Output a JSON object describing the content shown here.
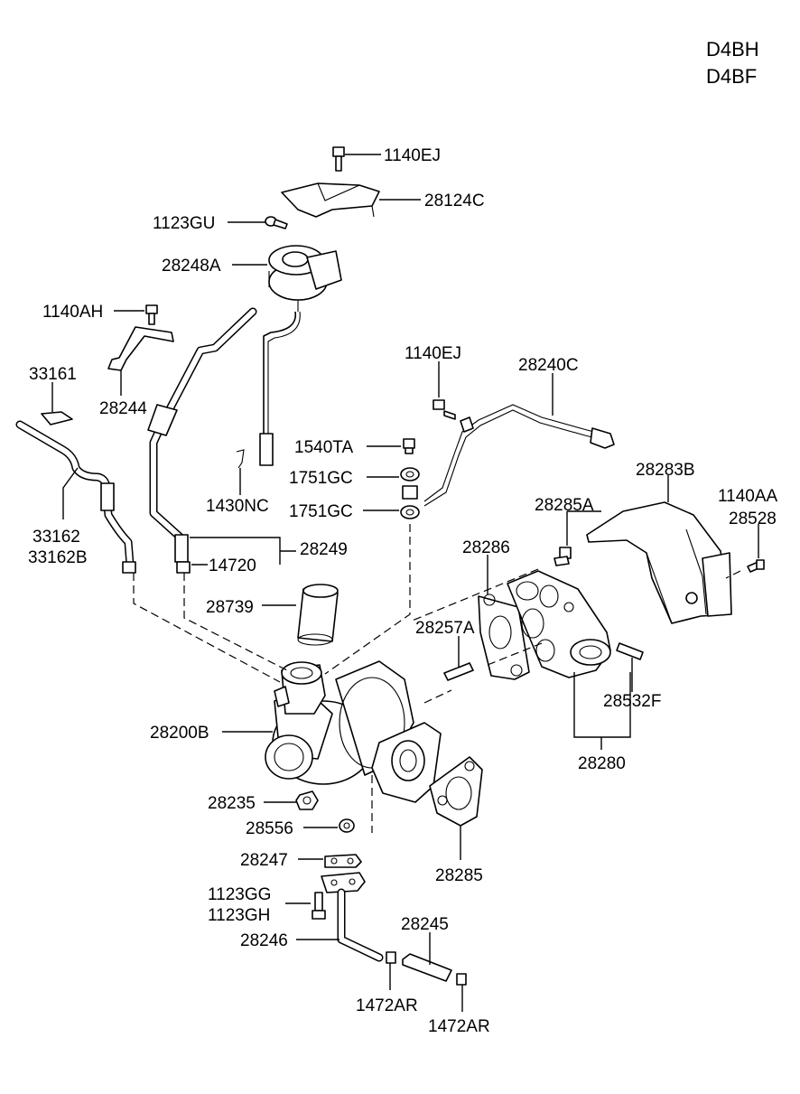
{
  "engine_codes": [
    "D4BH",
    "D4BF"
  ],
  "labels": {
    "l_1140EJ_top": "1140EJ",
    "l_28124C": "28124C",
    "l_1123GU": "1123GU",
    "l_28248A": "28248A",
    "l_1140AH": "1140AH",
    "l_33161": "33161",
    "l_28244": "28244",
    "l_1140EJ_mid": "1140EJ",
    "l_28240C": "28240C",
    "l_1540TA": "1540TA",
    "l_1751GC_a": "1751GC",
    "l_1751GC_b": "1751GC",
    "l_1430NC": "1430NC",
    "l_28283B": "28283B",
    "l_1140AA": "1140AA",
    "l_28528": "28528",
    "l_28285A": "28285A",
    "l_33162": "33162",
    "l_33162B": "33162B",
    "l_28249": "28249",
    "l_14720": "14720",
    "l_28286": "28286",
    "l_28739": "28739",
    "l_28257A": "28257A",
    "l_28532F": "28532F",
    "l_28200B": "28200B",
    "l_28280": "28280",
    "l_28235": "28235",
    "l_28556": "28556",
    "l_28285": "28285",
    "l_28247": "28247",
    "l_1123GG": "1123GG",
    "l_1123GH": "1123GH",
    "l_28245": "28245",
    "l_28246": "28246",
    "l_1472AR_a": "1472AR",
    "l_1472AR_b": "1472AR"
  }
}
